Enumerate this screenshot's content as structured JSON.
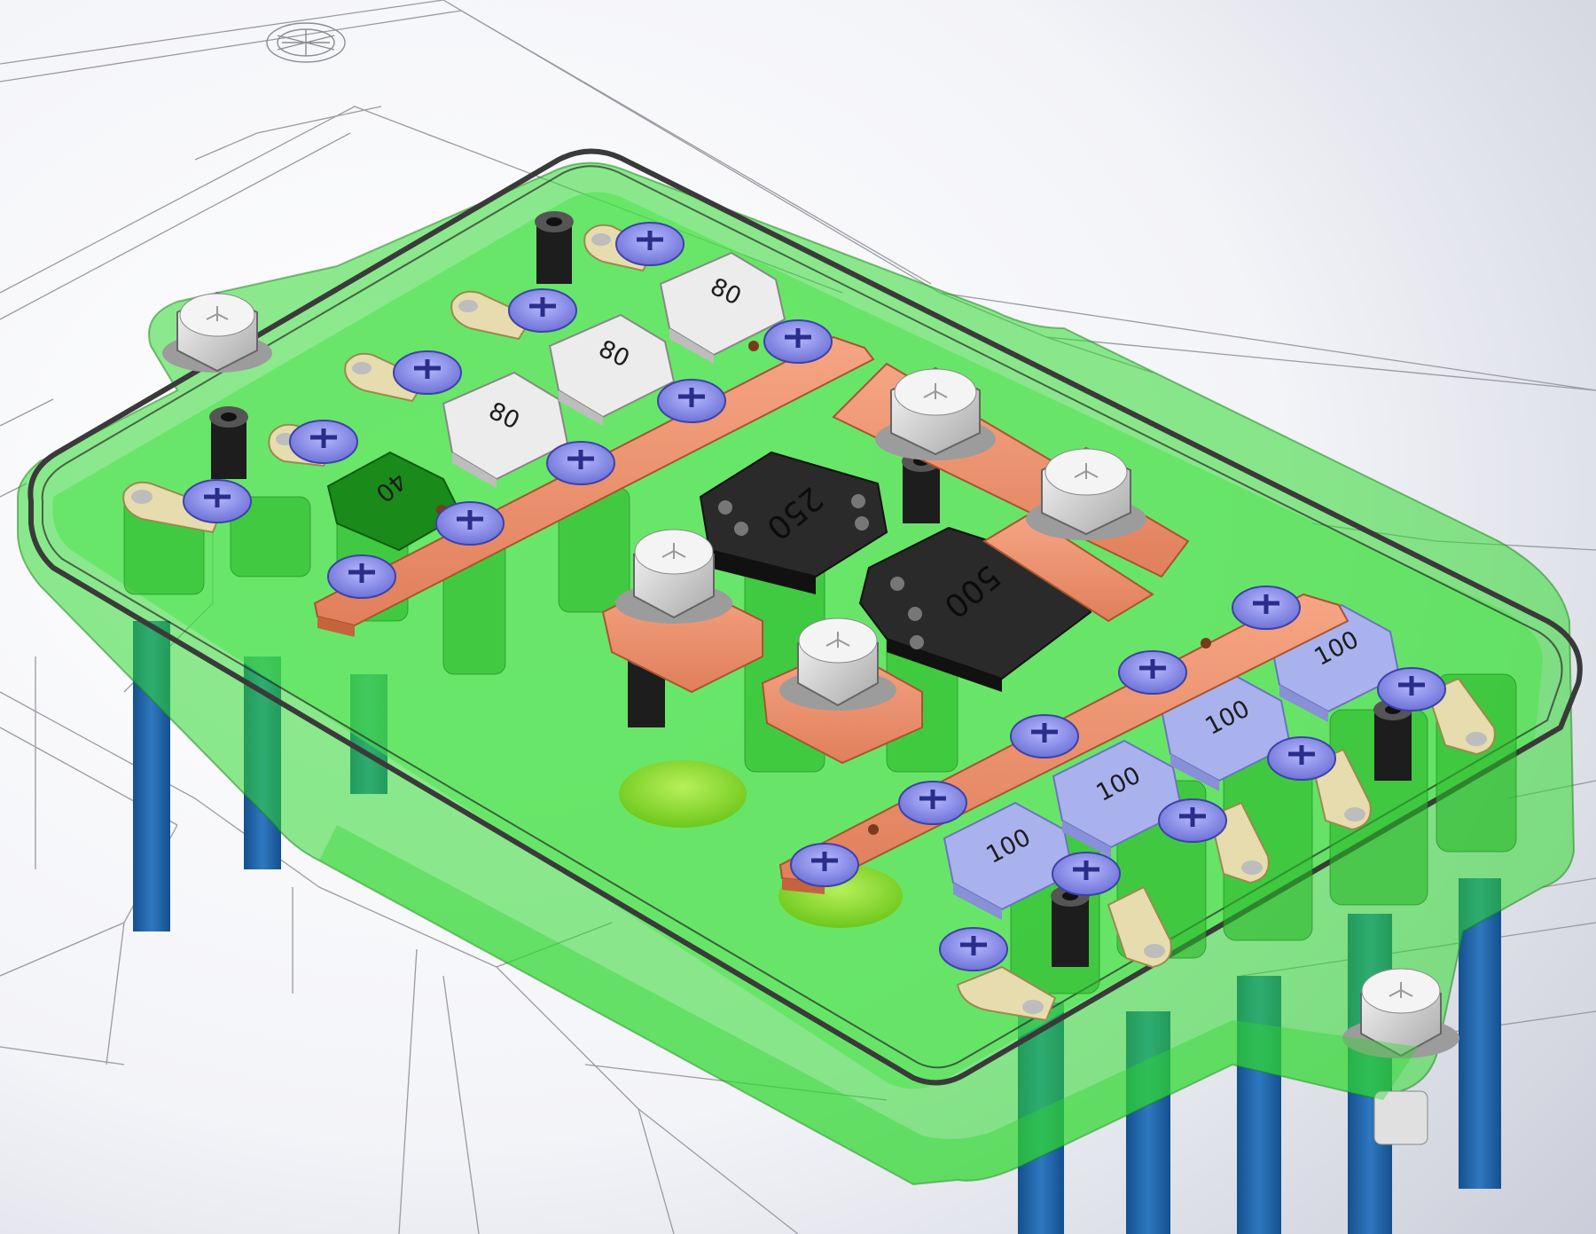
{
  "scene": {
    "colors": {
      "background": "#ffffff",
      "background_gradient_end": "#c9ccd8",
      "wireframe": "#9a9aa0",
      "enclosure_green": "#2fd82f",
      "gasket": "#3a3a3a",
      "busbar_copper": "#f0906d",
      "bolt_washer": "#8b8ee8",
      "cylinder_blue": "#1f63a8",
      "fuse_white": "#ececec",
      "fuse_blue": "#aab2ee",
      "fuse_green": "#1a8a1a",
      "fuse_black": "#222222",
      "lug_brass": "#e6dcae"
    },
    "fuse_labels": {
      "top_row": [
        "80",
        "80",
        "80"
      ],
      "small_green": "40",
      "large_black": [
        "250",
        "500"
      ],
      "blue_row": [
        "100",
        "100",
        "100",
        "100"
      ]
    }
  }
}
